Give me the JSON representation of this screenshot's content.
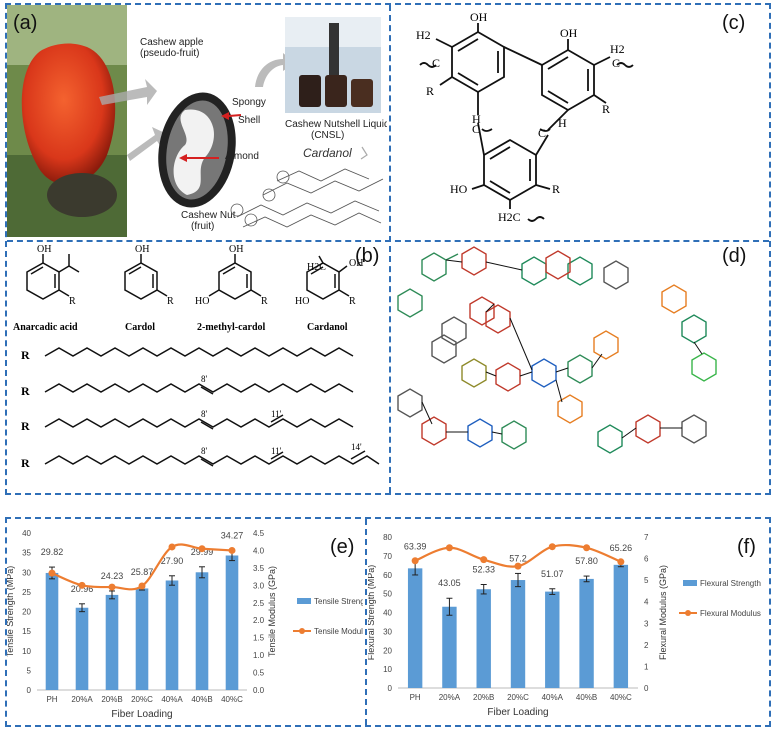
{
  "panels": {
    "a": "(a)",
    "b": "(b)",
    "c": "(c)",
    "d": "(d)",
    "e": "(e)",
    "f": "(f)"
  },
  "panel_a": {
    "apple": "Cashew apple",
    "pseudo": "(pseudo-fruit)",
    "spongy": "Spongy",
    "shell": "Shell",
    "almond": "Almond",
    "nut": "Cashew Nut",
    "fruit": "(fruit)",
    "cnsl1": "Cashew Nutshell Liquid",
    "cnsl2": "(CNSL)",
    "cardanol": "Cardanol"
  },
  "panel_b": {
    "names": [
      "Anarcadic acid",
      "Cardol",
      "2-methyl-cardol",
      "Cardanol"
    ],
    "r": "R",
    "pos8": "8'",
    "pos11": "11'",
    "pos14": "14'"
  },
  "panel_c": {
    "oh": "OH",
    "h2c": "H2C",
    "h2": "H2",
    "c": "C",
    "h": "H",
    "r": "R",
    "ho": "HO"
  },
  "chart_data": [
    {
      "type": "bar",
      "categories": [
        "PH",
        "20%A",
        "20%B",
        "20%C",
        "40%A",
        "40%B",
        "40%C"
      ],
      "series": [
        {
          "name": "Tensile Strength",
          "type": "bar",
          "axis": "left",
          "values": [
            29.82,
            20.96,
            24.23,
            25.87,
            27.9,
            29.99,
            34.27
          ],
          "errors": [
            1.5,
            1.0,
            1.0,
            0.4,
            1.2,
            1.4,
            1.3
          ],
          "color": "#5b9bd5"
        },
        {
          "name": "Tensile Modulus",
          "type": "line",
          "axis": "right",
          "values": [
            3.35,
            3.0,
            2.95,
            2.98,
            4.1,
            4.05,
            4.0
          ],
          "color": "#ed7d31"
        }
      ],
      "data_labels": [
        "29.82",
        "20.96",
        "24.23",
        "25.87",
        "27.90",
        "29.99",
        "34.27"
      ],
      "xlabel": "Fiber Loading",
      "ylabel": "Tensile Strength (MPa)",
      "y2label": "Tensile Modulus (GPa)",
      "ylim": [
        0,
        40
      ],
      "y2lim": [
        0,
        4.5
      ],
      "yticks": [
        "0",
        "5",
        "10",
        "15",
        "20",
        "25",
        "30",
        "35",
        "40"
      ],
      "y2ticks": [
        "0.0",
        "0.5",
        "1.0",
        "1.5",
        "2.0",
        "2.5",
        "3.0",
        "3.5",
        "4.0",
        "4.5"
      ],
      "legend": "right"
    },
    {
      "type": "bar",
      "categories": [
        "PH",
        "20%A",
        "20%B",
        "20%C",
        "40%A",
        "40%B",
        "40%C"
      ],
      "series": [
        {
          "name": "Flexural Strength",
          "type": "bar",
          "axis": "left",
          "values": [
            63.39,
            43.05,
            52.33,
            57.2,
            51.07,
            57.8,
            65.26
          ],
          "errors": [
            3.5,
            4.5,
            2.5,
            3.5,
            1.5,
            1.5,
            1.0
          ],
          "color": "#5b9bd5"
        },
        {
          "name": "Flexural Modulus",
          "type": "line",
          "axis": "right",
          "values": [
            5.9,
            6.5,
            5.95,
            5.65,
            6.55,
            6.5,
            5.85
          ],
          "color": "#ed7d31"
        }
      ],
      "data_labels": [
        "63.39",
        "43.05",
        "52.33",
        "57.2",
        "51.07",
        "57.80",
        "65.26"
      ],
      "xlabel": "Fiber Loading",
      "ylabel": "Flexural Strength (MPa)",
      "y2label": "Flexural Modulus (GPa)",
      "ylim": [
        0,
        80
      ],
      "y2lim": [
        0,
        7
      ],
      "yticks": [
        "0",
        "10",
        "20",
        "30",
        "40",
        "50",
        "60",
        "70",
        "80"
      ],
      "y2ticks": [
        "0",
        "1",
        "2",
        "3",
        "4",
        "5",
        "6",
        "7"
      ],
      "legend": "right"
    }
  ]
}
